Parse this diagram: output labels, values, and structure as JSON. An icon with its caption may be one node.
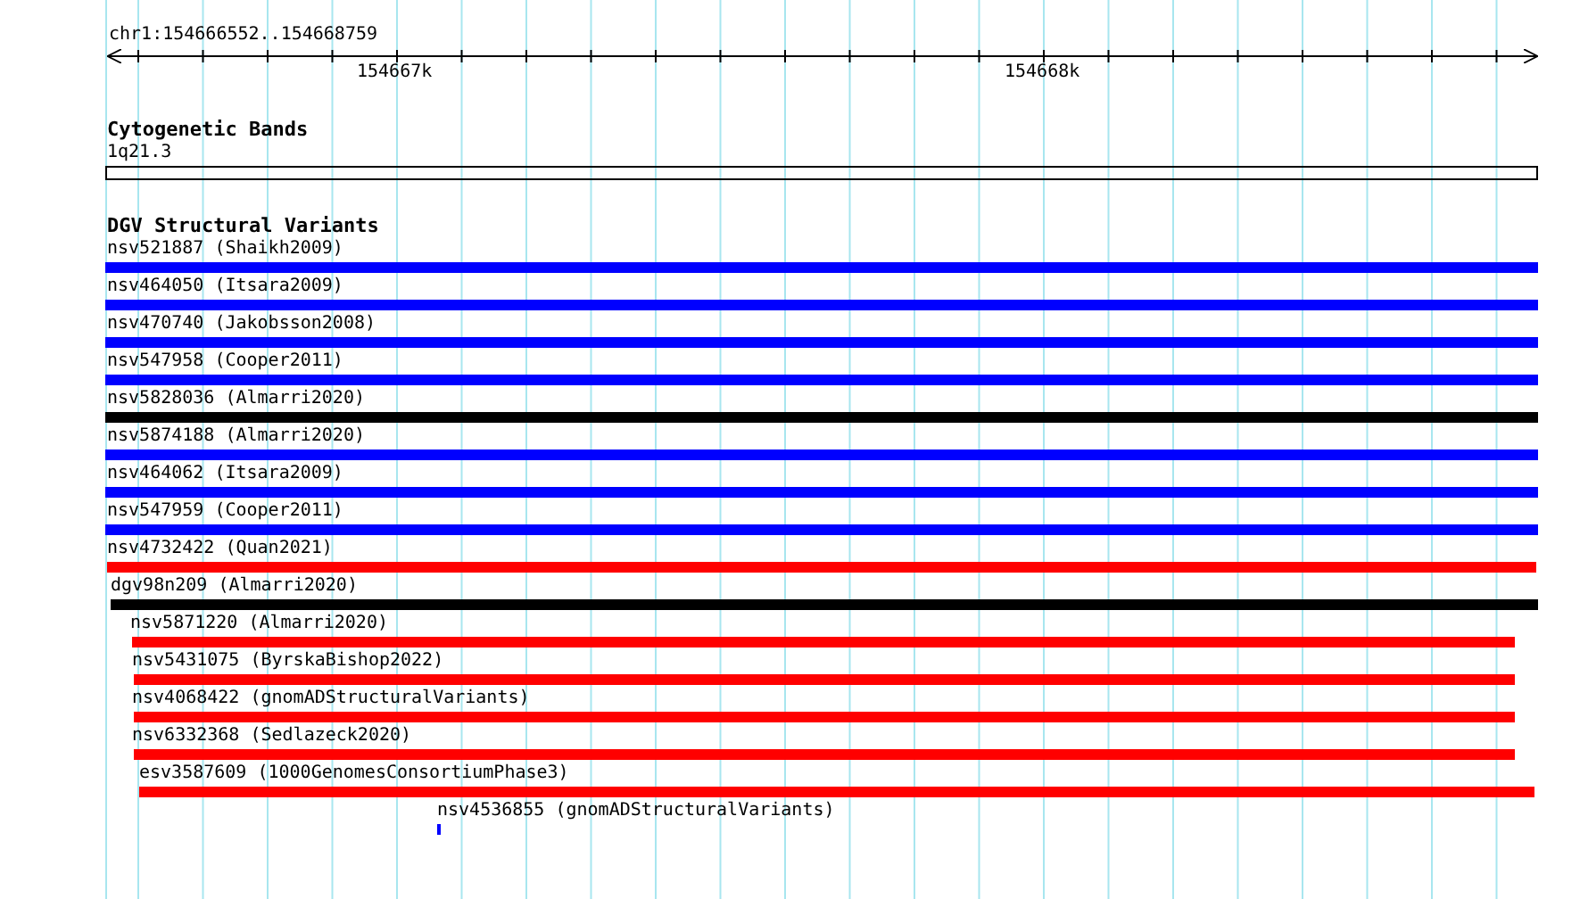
{
  "diagram": {
    "title": "chr1:154666552..154668759",
    "nodes": [
      {
        "text": [
          "nsv521887 (Shaikh2009)"
        ]
      },
      {
        "text": [
          "nsv464050 (Itsara2009)"
        ]
      },
      {
        "text": [
          "nsv470740 (Jakobsson2008)"
        ]
      },
      {
        "text": [
          "nsv547958 (Cooper2011)"
        ]
      },
      {
        "text": [
          "nsv5828036 (Almarri2020)"
        ]
      },
      {
        "text": [
          "nsv5874188 (Almarri2020)"
        ]
      },
      {
        "text": [
          "nsv464062 (Itsara2009)"
        ]
      },
      {
        "text": [
          "nsv547959 (Cooper2011)"
        ]
      },
      {
        "text": [
          "nsv4732422 (Quan2021)"
        ]
      },
      {
        "text": [
          "dgv98n209 (Almarri2020)"
        ]
      },
      {
        "text": [
          "nsv5871220 (Almarri2020)"
        ]
      },
      {
        "text": [
          "nsv5431075 (ByrskaBishop2022)"
        ]
      },
      {
        "text": [
          "nsv4068422 (gnomADStructuralVariants)"
        ]
      },
      {
        "text": [
          "nsv6332368 (Sedlazeck2020)"
        ]
      },
      {
        "text": [
          "esv3587609 (1000GenomesConsortiumPhase3)"
        ]
      },
      {
        "text": [
          "nsv4536855 (gnomADStructuralVariants)"
        ]
      }
    ],
    "edges": [],
    "labels": [
      "154667k",
      "154668k",
      "Cytogenetic Bands",
      "1q21.3",
      "DGV Structural Variants"
    ]
  }
}
